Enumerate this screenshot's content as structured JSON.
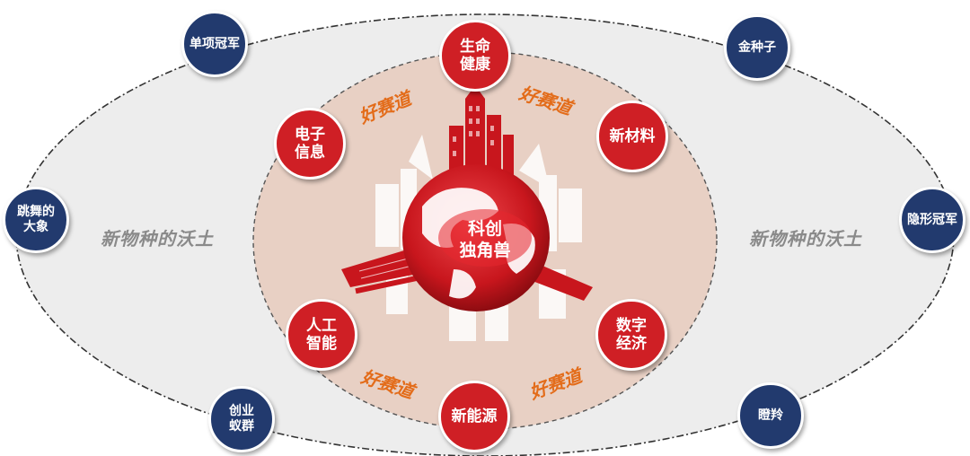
{
  "center": {
    "label": "科创\n独角兽"
  },
  "zones": {
    "outer_left": "新物种的沃土",
    "outer_right": "新物种的沃土"
  },
  "tracks": [
    "好赛道",
    "好赛道",
    "好赛道",
    "好赛道"
  ],
  "inner_nodes": [
    "生命\n健康",
    "新材料",
    "电子\n信息",
    "数字\n经济",
    "人工\n智能",
    "新能源"
  ],
  "outer_nodes": [
    "单项冠军",
    "金种子",
    "跳舞的\n大象",
    "隐形冠军",
    "创业\n蚁群",
    "瞪羚"
  ],
  "colors": {
    "inner_node": "#cf1f25",
    "outer_node": "#223a6e",
    "inner_zone": "#e8d0c4",
    "outer_zone": "#ededed",
    "track_text": "#e36c1a"
  },
  "icons": [
    "globe-icon",
    "city-skyline-icon"
  ]
}
